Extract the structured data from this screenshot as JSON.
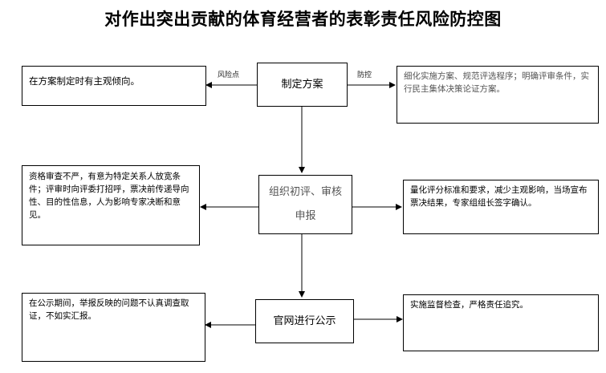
{
  "title": "对作出突出贡献的体育经营者的表彰责任风险防控图",
  "labels": {
    "risk_point": "风险点",
    "control": "防控"
  },
  "steps": [
    {
      "name": "制定方案",
      "risk": "在方案制定时有主观倾向。",
      "control": "细化实施方案、规范评选程序；明确评审条件，实行民主集体决策论证方案。"
    },
    {
      "name": "组织初评、审核申报",
      "risk": "资格审查不严，有意为特定关系人放宽条件；评审时向评委打招呼，票决前传递导向性、目的性信息，人为影响专家决断和意见。",
      "control": "量化评分标准和要求，减少主观影响，当场宣布票决结果，专家组组长签字确认。"
    },
    {
      "name": "官网进行公示",
      "risk": "在公示期间，举报反映的问题不认真调查取证，不如实汇报。",
      "control": "实施监督检查，严格责任追究。"
    }
  ]
}
